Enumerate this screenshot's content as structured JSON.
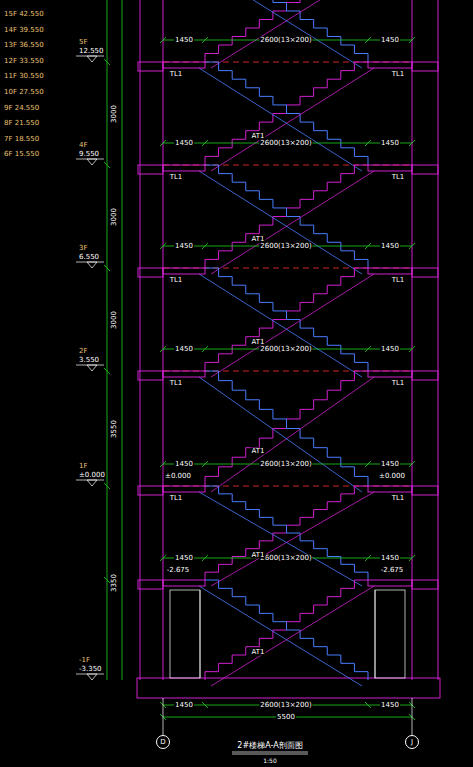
{
  "diagram": {
    "title": "2#楼梯A-A剖面图",
    "caption": "1:50",
    "nodes": [
      {
        "text": [
          "D"
        ]
      },
      {
        "text": [
          "J"
        ]
      }
    ],
    "labels": [
      "15F 42.550",
      "14F 39.550",
      "13F 36.550",
      "12F 33.550",
      "11F 30.550",
      "10F 27.550",
      "9F 24.550",
      "8F 21.550",
      "7F 18.550",
      "6F 15.550",
      "5F",
      "12.550",
      "4F",
      "9.550",
      "3F",
      "6.550",
      "2F",
      "3.550",
      "1F",
      "±0.000",
      "-1F",
      "-3.350",
      "3000",
      "3000",
      "3000",
      "3550",
      "3350",
      "1450",
      "2600(13×200)",
      "1450",
      "1450",
      "2600(13×200)",
      "1450",
      "1450",
      "2600(13×200)",
      "1450",
      "1450",
      "2600(13×200)",
      "1450",
      "1450",
      "2600(13×200)",
      "1450",
      "1450",
      "2600(13×200)",
      "1450",
      "±0.000",
      "±0.000",
      "-2.675",
      "-2.675",
      "TL1",
      "TL1",
      "TL1",
      "TL1",
      "TL1",
      "TL1",
      "TL1",
      "TL1",
      "TL1",
      "TL1",
      "AT1",
      "AT1",
      "AT1",
      "AT1",
      "AT1",
      "AT1",
      "1450",
      "2600(13×200)",
      "1450",
      "5500"
    ]
  }
}
